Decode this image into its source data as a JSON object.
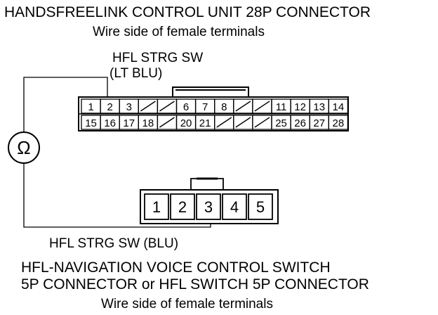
{
  "titles": {
    "top_title": "HANDSFREELINK CONTROL UNIT 28P CONNECTOR",
    "top_subtitle": "Wire side of female terminals",
    "bottom_title_line1": "HFL-NAVIGATION VOICE CONTROL SWITCH",
    "bottom_title_line2": "5P CONNECTOR or HFL SWITCH 5P CONNECTOR",
    "bottom_subtitle": "Wire side of female terminals"
  },
  "labels": {
    "top_wire_name": "HFL STRG SW",
    "top_wire_color": "(LT BLU)",
    "bottom_wire_label": "HFL STRG SW (BLU)"
  },
  "meter": {
    "symbol": "Ω",
    "icon": "ohmmeter-icon"
  },
  "connector_28p": {
    "row1": [
      "1",
      "2",
      "3",
      "/",
      "/",
      "6",
      "7",
      "8",
      "/",
      "/",
      "11",
      "12",
      "13",
      "14"
    ],
    "row2": [
      "15",
      "16",
      "17",
      "18",
      "/",
      "20",
      "21",
      "/",
      "/",
      "/",
      "25",
      "26",
      "27",
      "28"
    ],
    "probed_terminal": "2"
  },
  "connector_5p": {
    "terminals": [
      "1",
      "2",
      "3",
      "4",
      "5"
    ],
    "probed_terminal": "3"
  },
  "colors": {
    "line": "#000000",
    "background": "#ffffff"
  }
}
